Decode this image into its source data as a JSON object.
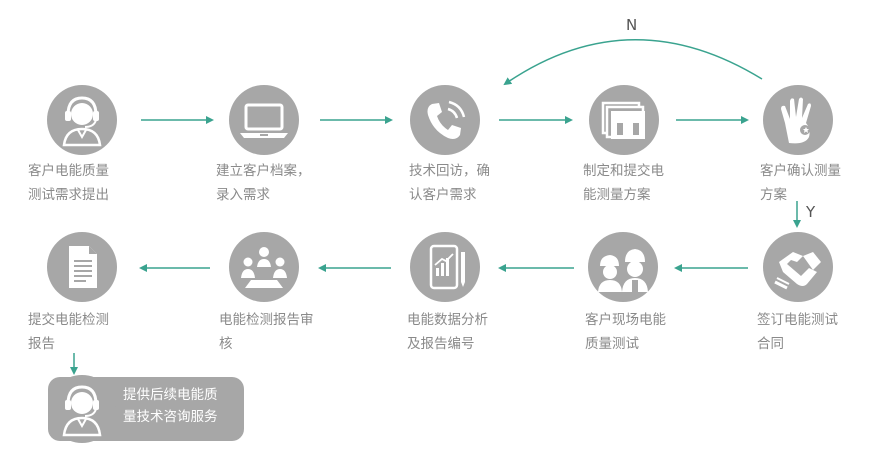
{
  "flow": {
    "steps": [
      {
        "line1": "客户电能质量",
        "line2": "测试需求提出",
        "icon": "customer-service-headset-icon"
      },
      {
        "line1": "建立客户档案，",
        "line2": "录入需求",
        "icon": "laptop-icon"
      },
      {
        "line1": "技术回访，确",
        "line2": "认客户需求",
        "icon": "phone-call-icon"
      },
      {
        "line1": "制定和提交电",
        "line2": "能测量方案",
        "icon": "document-stack-icon"
      },
      {
        "line1": "客户确认测量",
        "line2": "方案",
        "icon": "ok-hand-icon"
      },
      {
        "line1": "签订电能测试",
        "line2": "合同",
        "icon": "handshake-icon"
      },
      {
        "line1": "客户现场电能",
        "line2": "质量测试",
        "icon": "workers-helmet-icon"
      },
      {
        "line1": "电能数据分析",
        "line2": "及报告编号",
        "icon": "tablet-chart-icon"
      },
      {
        "line1": "电能检测报告审",
        "line2": "核",
        "icon": "meeting-icon"
      },
      {
        "line1": "提交电能检测",
        "line2": "报告",
        "icon": "report-document-icon"
      }
    ],
    "final": {
      "line1": "提供后续电能质",
      "line2": "量技术咨询服务",
      "icon": "customer-service-headset-icon"
    },
    "no_label": "N",
    "yes_label": "Y",
    "colors": {
      "circle": "#a7a7a7",
      "arrow": "#3aa38f",
      "label": "#8a8a8a"
    }
  }
}
